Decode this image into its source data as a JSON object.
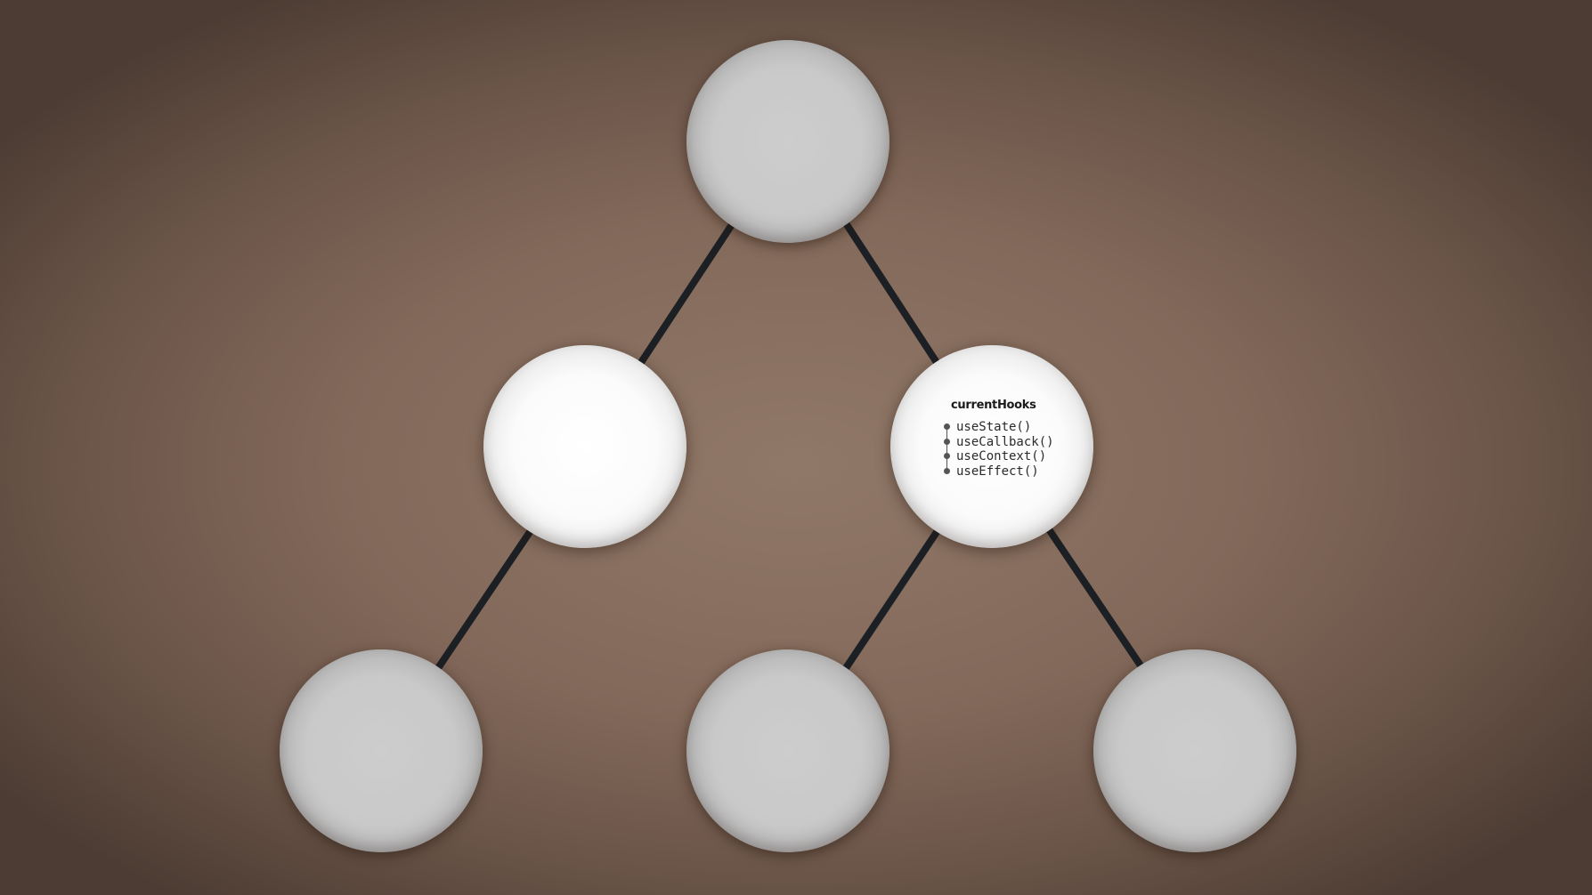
{
  "diagram": {
    "type": "component-tree",
    "nodes": [
      {
        "id": "root"
      },
      {
        "id": "left-child"
      },
      {
        "id": "right-child",
        "highlighted": true
      },
      {
        "id": "left-grandchild"
      },
      {
        "id": "right-child-left-leaf"
      },
      {
        "id": "right-child-right-leaf"
      }
    ],
    "edges": [
      [
        "root",
        "left-child"
      ],
      [
        "root",
        "right-child"
      ],
      [
        "left-child",
        "left-grandchild"
      ],
      [
        "right-child",
        "right-child-left-leaf"
      ],
      [
        "right-child",
        "right-child-right-leaf"
      ]
    ],
    "current_node_panel": {
      "title": "currentHooks",
      "hooks": [
        "useState()",
        "useCallback()",
        "useContext()",
        "useEffect()"
      ]
    }
  },
  "colors": {
    "edge": "#1c1f24",
    "node": "#cacaca",
    "node_highlight": "#ffffff",
    "background": "#8a7262"
  }
}
